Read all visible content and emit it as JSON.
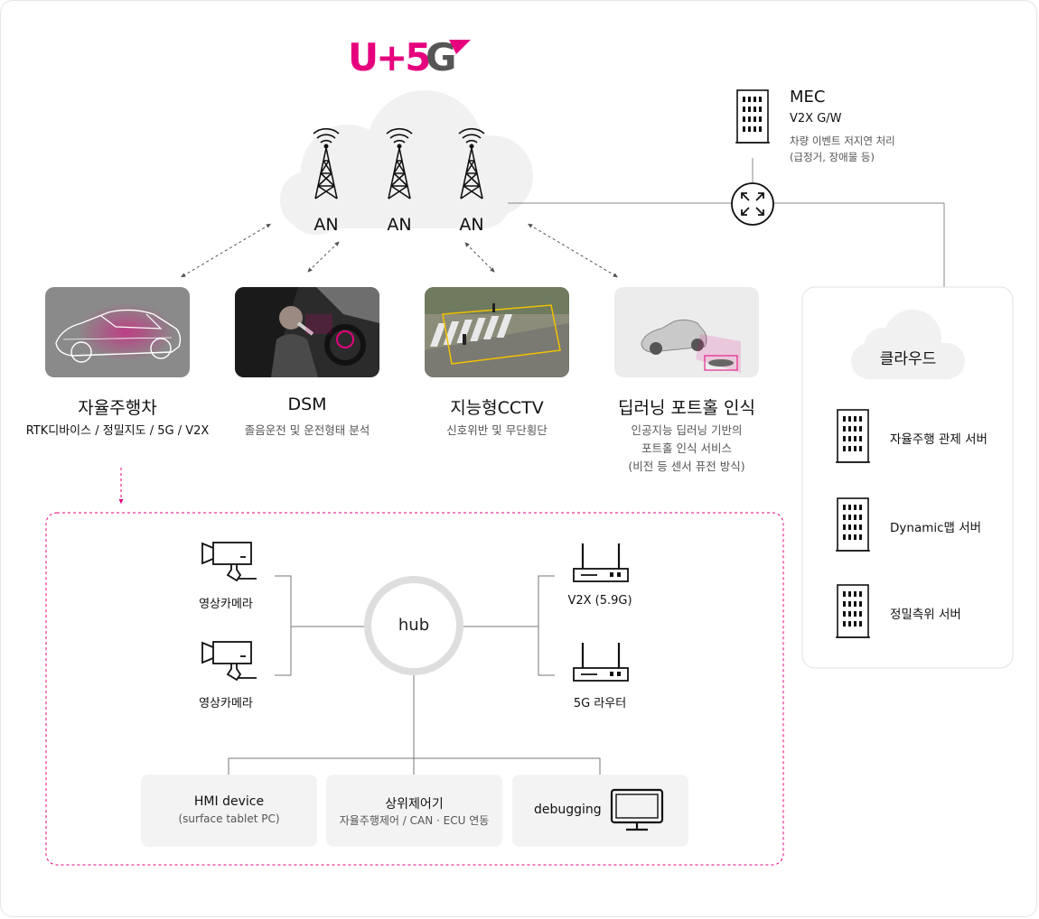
{
  "logo": {
    "text": "U+5G",
    "brand_color": "#e6007e",
    "gray_color": "#555555"
  },
  "network": {
    "an_labels": [
      "AN",
      "AN",
      "AN"
    ]
  },
  "mec": {
    "title": "MEC",
    "subtitle": "V2X G/W",
    "desc_line1": "차량 이벤트 저지연 처리",
    "desc_line2": "(급정거, 장애물 등)"
  },
  "cloud": {
    "title": "클라우드",
    "servers": [
      "자율주행 관제 서버",
      "Dynamic맵 서버",
      "정밀측위 서버"
    ]
  },
  "cards": [
    {
      "title": "자율주행차",
      "sub": [
        "RTK디바이스 / 정밀지도 /  5G / V2X"
      ]
    },
    {
      "title": "DSM",
      "sub": [
        "졸음운전 및 운전형태 분석"
      ]
    },
    {
      "title": "지능형CCTV",
      "sub": [
        "신호위반 및 무단횡단"
      ]
    },
    {
      "title": "딥러닝 포트홀 인식",
      "sub": [
        "인공지능 딥러닝 기반의",
        "포트홀 인식 서비스",
        "(비전 등 센서 퓨전 방식)"
      ]
    }
  ],
  "vehicle_system": {
    "hub_label": "hub",
    "cameras": [
      "영상카메라",
      "영상카메라"
    ],
    "routers": [
      "V2X (5.9G)",
      "5G 라우터"
    ],
    "boxes": [
      {
        "title": "HMI device",
        "sub": "(surface tablet PC)"
      },
      {
        "title": "상위제어기",
        "sub": "자율주행제어 / CAN · ECU 연동"
      },
      {
        "title": "debugging",
        "sub": ""
      }
    ]
  }
}
